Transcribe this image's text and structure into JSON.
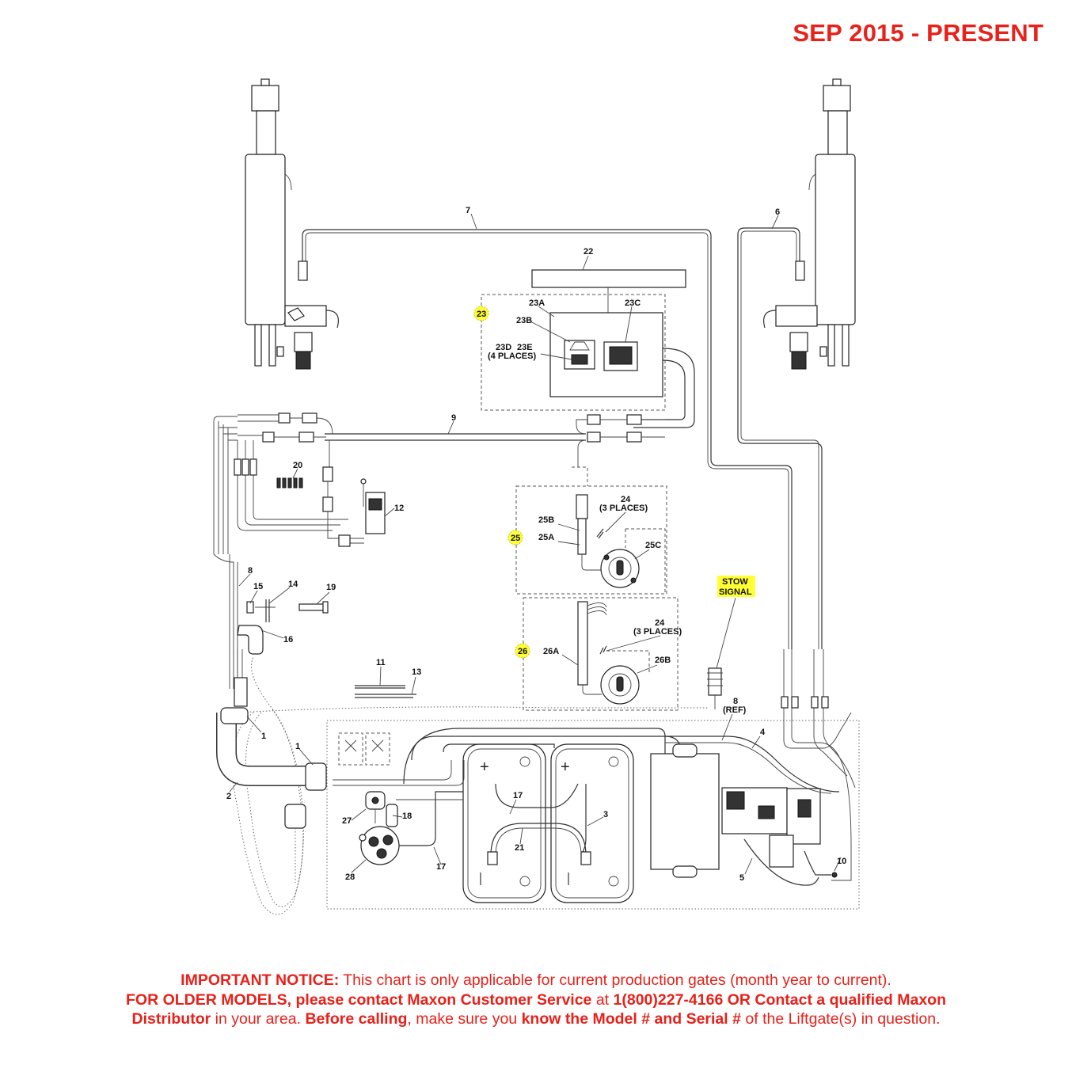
{
  "header": {
    "title": "SEP 2015 - PRESENT",
    "title_color": "#e8211a"
  },
  "callouts": {
    "c1a": "1",
    "c1b": "1",
    "c2": "2",
    "c3": "3",
    "c4": "4",
    "c5": "5",
    "c6": "6",
    "c7": "7",
    "c8": "8",
    "c8ref": "8",
    "c9": "9",
    "c10": "10",
    "c11": "11",
    "c12": "12",
    "c13": "13",
    "c14": "14",
    "c15": "15",
    "c16": "16",
    "c17a": "17",
    "c17b": "17",
    "c18": "18",
    "c19": "19",
    "c20": "20",
    "c21": "21",
    "c22": "22",
    "c23": "23",
    "c23a": "23A",
    "c23b": "23B",
    "c23c": "23C",
    "c23d": "23D",
    "c23e": "23E",
    "c24a": "24",
    "c24b": "24",
    "c25": "25",
    "c25a": "25A",
    "c25b": "25B",
    "c25c": "25C",
    "c26": "26",
    "c26a": "26A",
    "c26b": "26B",
    "c27": "27",
    "c28": "28"
  },
  "notes": {
    "four_places": "(4 PLACES)",
    "three_places_a": "(3 PLACES)",
    "three_places_b": "(3 PLACES)",
    "ref": "(REF)",
    "stow_line1": "STOW",
    "stow_line2": "SIGNAL"
  },
  "notice": {
    "l1_bold": "IMPORTANT NOTICE:",
    "l1_rest": " This chart is only applicable for current production gates (month year to current).",
    "l2_bold1": "FOR OLDER MODELS, please contact Maxon Customer Service",
    "l2_mid": " at ",
    "l2_bold2": "1(800)227-4166 OR Contact a qualified Maxon",
    "l3_bold1": "Distributor",
    "l3_mid1": " in your area. ",
    "l3_bold2": "Before calling",
    "l3_mid2": ", make sure you ",
    "l3_bold3": "know the Model # and Serial #",
    "l3_end": " of the Liftgate(s) in question."
  },
  "colors": {
    "callout_highlight": "#ffff33",
    "notice_text": "#e8211a",
    "line": "#333333"
  }
}
